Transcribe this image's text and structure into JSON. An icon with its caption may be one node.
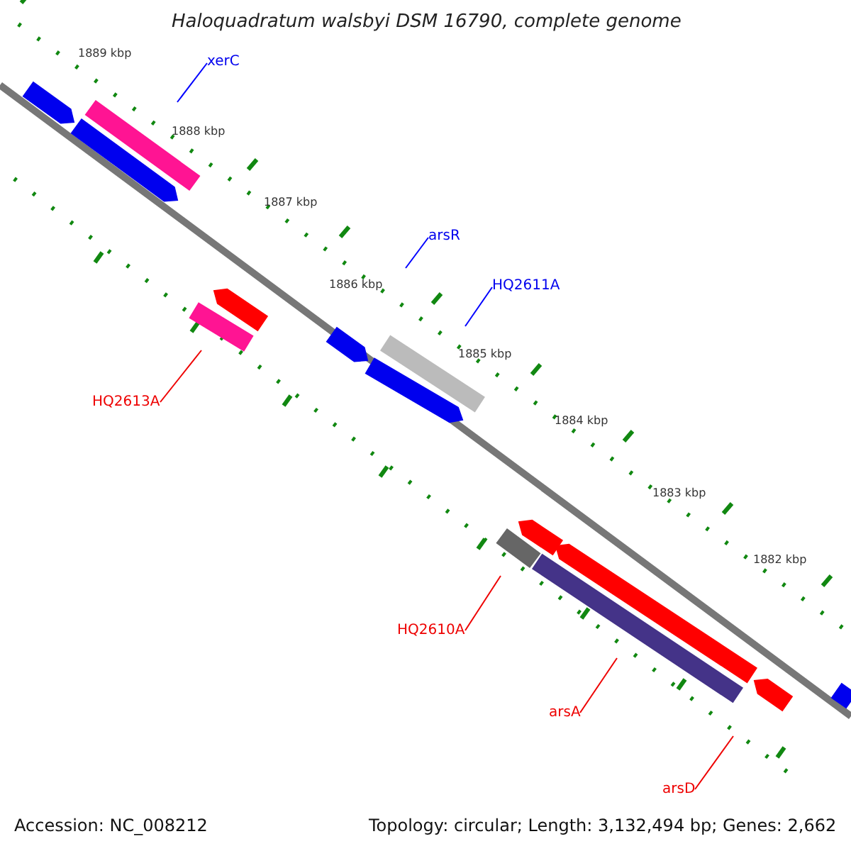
{
  "diagram": {
    "title": "Haloquadratum walsbyi DSM 16790, complete genome",
    "nodes": [
      {
        "text": [
          "xerC"
        ]
      },
      {
        "text": [
          "arsR"
        ]
      },
      {
        "text": [
          "HQ2611A"
        ]
      },
      {
        "text": [
          "HQ2613A"
        ]
      },
      {
        "text": [
          "HQ2610A"
        ]
      },
      {
        "text": [
          "arsA"
        ]
      },
      {
        "text": [
          "arsD"
        ]
      }
    ],
    "edges": [
      {
        "from": 0,
        "to": null,
        "arrow": "none",
        "color": "#0000ff"
      },
      {
        "from": 1,
        "to": null,
        "arrow": "none",
        "color": "#0000ff"
      },
      {
        "from": 2,
        "to": null,
        "arrow": "none",
        "color": "#0000ff"
      },
      {
        "from": 3,
        "to": null,
        "arrow": "none"
      },
      {
        "from": 4,
        "to": null,
        "arrow": "none"
      },
      {
        "from": 5,
        "to": null,
        "arrow": "none"
      },
      {
        "from": 6,
        "to": null,
        "arrow": "none"
      }
    ],
    "labels": [
      "1889 kbp",
      "1888 kbp",
      "1887 kbp",
      "1886 kbp",
      "1885 kbp",
      "1884 kbp",
      "1883 kbp",
      "1882 kbp",
      "Accession: NC_008212",
      "Topology: circular; Length: 3,132,494 bp; Genes: 2,662"
    ]
  }
}
